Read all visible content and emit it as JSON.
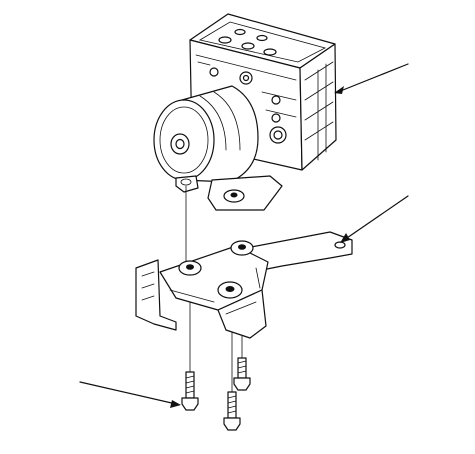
{
  "diagram": {
    "parts": [
      {
        "id": "modulator-unit",
        "callout": "upper-right"
      },
      {
        "id": "mounting-bracket",
        "callout": "right"
      },
      {
        "id": "flange-bolts",
        "callout": "lower-left",
        "count": 3
      }
    ]
  },
  "colors": {
    "stroke": "#111111",
    "background": "#ffffff"
  }
}
